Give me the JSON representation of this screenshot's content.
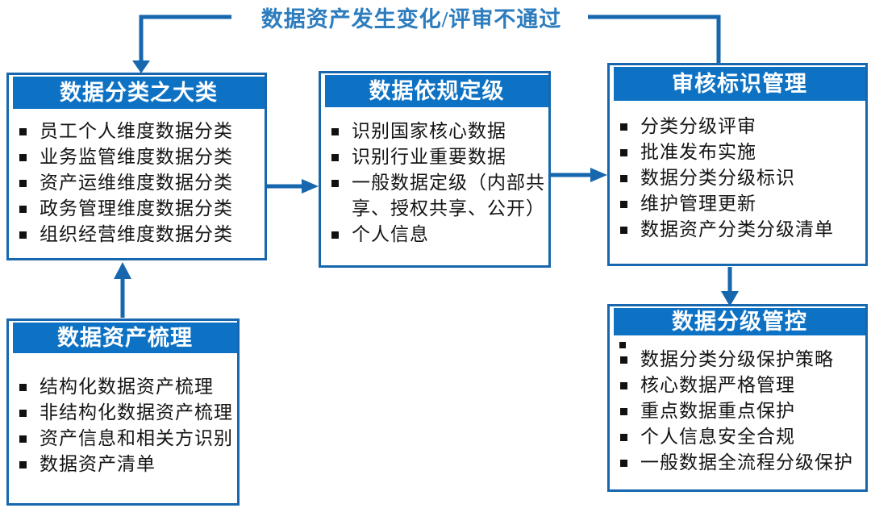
{
  "colors": {
    "header_bg": "#0E72C4",
    "line": "#1767AE",
    "feedback_text": "#2C7CBE",
    "body_text": "#141414",
    "bullet": "#111111"
  },
  "feedback": {
    "label": "数据资产发生变化/评审不通过"
  },
  "icons": {
    "list_bullet": "square-bullet-icon",
    "arrows": [
      "down-arrow",
      "right-arrow",
      "up-arrow"
    ]
  },
  "boxes": {
    "classification": {
      "title": "数据分类之大类",
      "items": [
        "员工个人维度数据分类",
        "业务监管维度数据分类",
        "资产运维维度数据分类",
        "政务管理维度数据分类",
        "组织经营维度数据分类"
      ]
    },
    "grading": {
      "title": "数据依规定级",
      "items": [
        "识别国家核心数据",
        "识别行业重要数据",
        "一般数据定级（内部共享、授权共享、公开）",
        "个人信息"
      ]
    },
    "review": {
      "title": "审核标识管理",
      "items": [
        "分类分级评审",
        "批准发布实施",
        "数据分类分级标识",
        "维护管理更新",
        "数据资产分类分级清单"
      ]
    },
    "control": {
      "title": "数据分级管控",
      "items": [
        "数据分类分级保护策略",
        "核心数据严格管理",
        "重点数据重点保护",
        "个人信息安全合规",
        "一般数据全流程分级保护"
      ]
    },
    "inventory": {
      "title": "数据资产梳理",
      "items": [
        "结构化数据资产梳理",
        "非结构化数据资产梳理",
        "资产信息和相关方识别",
        "数据资产清单"
      ]
    }
  }
}
